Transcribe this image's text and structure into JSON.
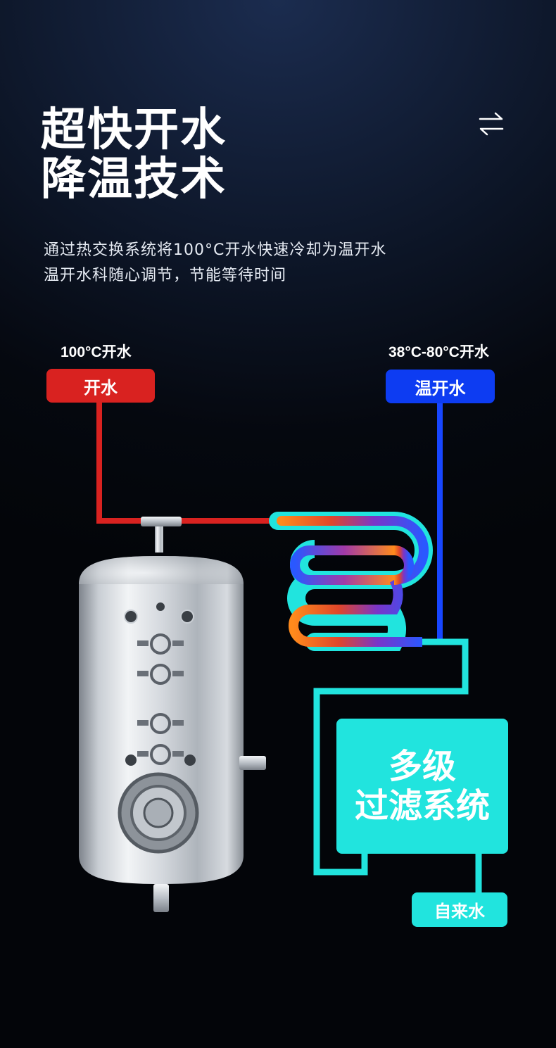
{
  "header": {
    "title_line1": "超快开水",
    "title_line2": "降温技术"
  },
  "description": {
    "line1": "通过热交换系统将100°C开水快速冷却为温开水",
    "line2": "温开水科随心调节，节能等待时间"
  },
  "diagram": {
    "hot_water": {
      "temp_label": "100°C开水",
      "tag": "开水",
      "color": "#d92220"
    },
    "warm_water": {
      "temp_label": "38°C-80°C开水",
      "tag": "温开水",
      "color": "#0d3cf2"
    },
    "filter": {
      "line1": "多级",
      "line2": "过滤系统",
      "color": "#21e4de"
    },
    "tap_water": {
      "tag": "自来水"
    }
  },
  "icons": {
    "swap": "swap-arrows-icon"
  }
}
